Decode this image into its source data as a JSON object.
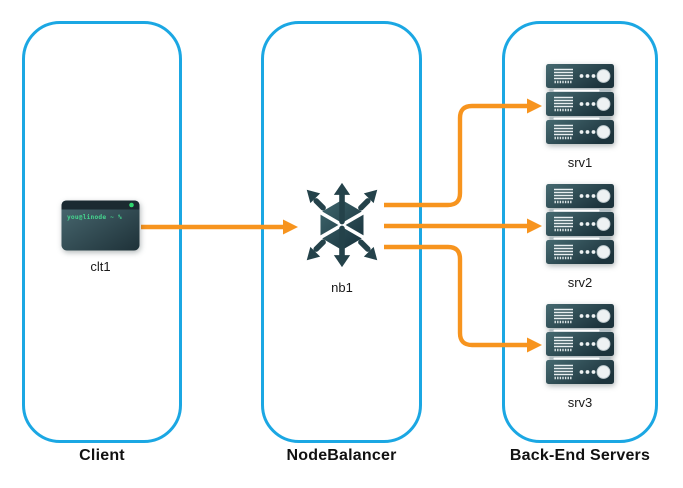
{
  "diagram": {
    "groups": [
      {
        "label": "Client",
        "nodes": [
          {
            "id": "clt1",
            "label": "clt1",
            "icon": "terminal-icon",
            "terminal_text": "you@linode ~ %"
          }
        ]
      },
      {
        "label": "NodeBalancer",
        "nodes": [
          {
            "id": "nb1",
            "label": "nb1",
            "icon": "nodebalancer-icon"
          }
        ]
      },
      {
        "label": "Back-End Servers",
        "nodes": [
          {
            "id": "srv1",
            "label": "srv1",
            "icon": "server-stack-icon"
          },
          {
            "id": "srv2",
            "label": "srv2",
            "icon": "server-stack-icon"
          },
          {
            "id": "srv3",
            "label": "srv3",
            "icon": "server-stack-icon"
          }
        ]
      }
    ],
    "edges": [
      {
        "from": "clt1",
        "to": "nb1"
      },
      {
        "from": "nb1",
        "to": "srv1"
      },
      {
        "from": "nb1",
        "to": "srv2"
      },
      {
        "from": "nb1",
        "to": "srv3"
      }
    ],
    "colors": {
      "container_border": "#1BA7E3",
      "arrow": "#F7941E",
      "icon_dark": "#24424A",
      "terminal_green": "#45D68F"
    }
  }
}
